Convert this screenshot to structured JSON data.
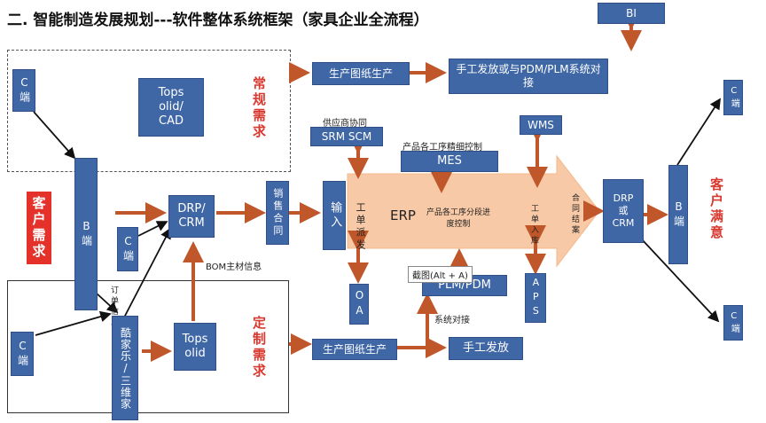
{
  "title": "二.    智能制造发展规划---软件整体系统框架（家具企业全流程）",
  "nodes": {
    "bi": "BI",
    "c_top_left": "C端",
    "topsolid_cad": "Tops olid/ CAD",
    "changgui": "常规需求",
    "prod_drawing_top": "生产图纸生产",
    "manual_pdm": "手工发放或与PDM/PLM系统对接",
    "supplier_label": "供应商协同",
    "srm_scm": "SRM SCM",
    "wms": "WMS",
    "process_label": "产品各工序精细控制",
    "mes": "MES",
    "customer_demand": "客户需求",
    "b_end_left": "B端",
    "drp_crm_left": "DRP/ CRM",
    "sales_contract": "销售合同",
    "input": "输入",
    "c_mid": "C端",
    "bom_label": "BOM主材信息",
    "order_label": "订单信息",
    "oa": "OA",
    "plm_pdm": "PLM/PDM",
    "aps": "APS",
    "c_bottom_left": "C端",
    "kujiale": "酷家乐/三维家",
    "topsolid_bottom": "Tops olid",
    "dingzhi": "定制需求",
    "prod_drawing_bottom": "生产图纸生产",
    "system_link_label": "系统对接",
    "manual_release": "手工发放",
    "drp_crm_right": "DRP 或 CRM",
    "b_end_right": "B端",
    "customer_satisfaction": "客户满意",
    "c_right_top": "C端",
    "c_right_bottom": "C端",
    "tooltip": "截图(Alt + A)"
  },
  "erp_arrow": {
    "dispatch": "工单派发",
    "erp": "ERP",
    "progress": "产品各工序分段进度控制",
    "warehouse_in": "工单入库",
    "contract_close": "合同结案"
  },
  "colors": {
    "box_blue": "#3f67a6",
    "arrow_orange": "#c0572a",
    "erp_fill": "#f8c9a6",
    "red": "#e4322b"
  }
}
